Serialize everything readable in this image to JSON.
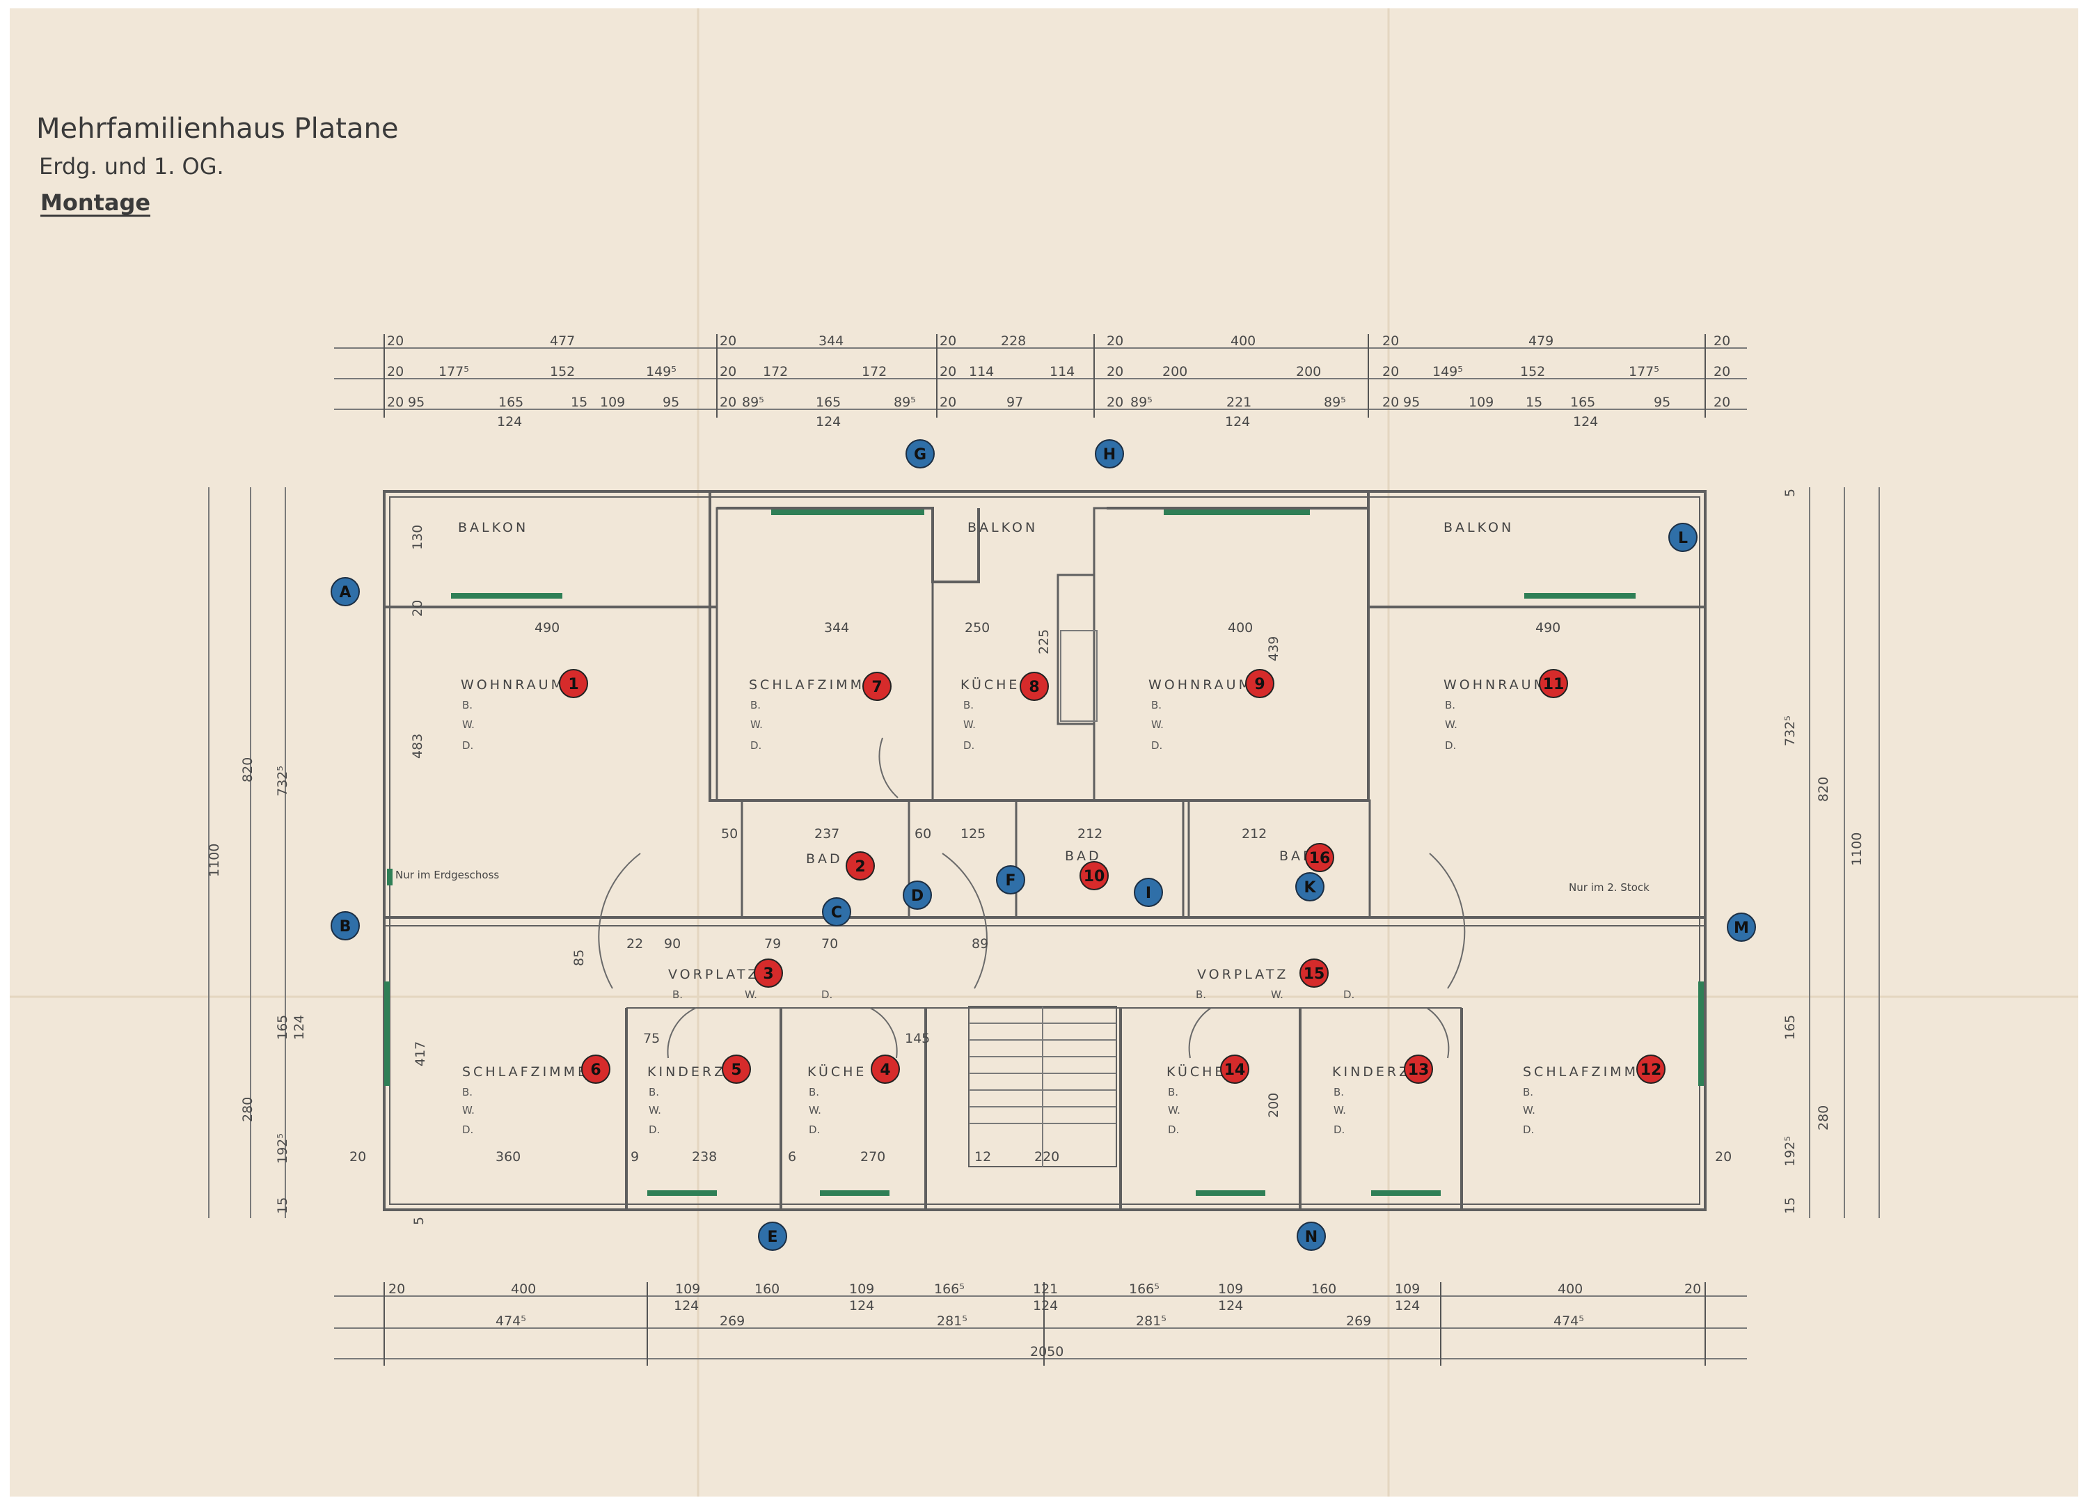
{
  "header": {
    "title": "Mehrfamilienhaus Platane",
    "subtitle": "Erdg. und 1. OG.",
    "label": "Montage"
  },
  "dims_top": {
    "row1": [
      "20",
      "477",
      "20",
      "344",
      "20",
      "228",
      "20",
      "400",
      "20",
      "479",
      "20"
    ],
    "row2": [
      "20",
      "177⁵",
      "152",
      "149⁵",
      "20",
      "172",
      "172",
      "20",
      "114",
      "114",
      "20",
      "200",
      "200",
      "20",
      "149⁵",
      "152",
      "177⁵",
      "20"
    ],
    "row3": [
      "20",
      "95",
      "165",
      "15",
      "109",
      "95",
      "20",
      "89⁵",
      "165",
      "89⁵",
      "20",
      "97",
      "20",
      "89⁵",
      "221",
      "89⁵",
      "20",
      "95",
      "109",
      "15",
      "165",
      "95",
      "20"
    ],
    "row3b": [
      "124",
      "124",
      "124",
      "124"
    ]
  },
  "dims_bottom": {
    "row1": [
      "20",
      "400",
      "109",
      "160",
      "109",
      "166⁵",
      "121",
      "166⁵",
      "109",
      "160",
      "109",
      "400",
      "20"
    ],
    "row1b": [
      "124",
      "124",
      "124",
      "124",
      "124"
    ],
    "row2": [
      "474⁵",
      "269",
      "281⁵",
      "281⁵",
      "269",
      "474⁵"
    ],
    "total": "2050"
  },
  "dims_left": [
    "1100",
    "820",
    "732⁵",
    "280",
    "165",
    "124",
    "192⁵",
    "15",
    "5",
    "20",
    "417"
  ],
  "dims_right": [
    "1100",
    "820",
    "732⁵",
    "280",
    "165",
    "192⁵",
    "15",
    "5",
    "20"
  ],
  "dims_inner": {
    "balkon_left_w": "490",
    "balkon_right_w": "490",
    "schlaf_top_w": "344",
    "wohn_mid_w": "400",
    "kueche_top_w": "250",
    "h130": "130",
    "h20": "20",
    "h483": "483",
    "h225": "225",
    "h439": "439",
    "bath_a": "237",
    "bath_b": "212",
    "bath_c": "212",
    "d60": "60",
    "d125": "125",
    "d50": "50",
    "d90": "90",
    "d22": "22",
    "d79": "79",
    "d70": "70",
    "d89": "89",
    "d75": "75",
    "d145": "145",
    "d360": "360",
    "d238": "238",
    "d270": "270",
    "d220": "220",
    "d12": "12",
    "d9": "9",
    "d6": "6",
    "d85": "85",
    "d200": "200"
  },
  "rooms": [
    {
      "name": "BALKON"
    },
    {
      "name": "BALKON"
    },
    {
      "name": "BALKON"
    },
    {
      "name": "WOHNRAUM",
      "num": "1"
    },
    {
      "name": "BAD",
      "num": "2"
    },
    {
      "name": "VORPLATZ",
      "num": "3"
    },
    {
      "name": "KÜCHE",
      "num": "4"
    },
    {
      "name": "KINDERZ.",
      "num": "5"
    },
    {
      "name": "SCHLAFZIMMER",
      "num": "6"
    },
    {
      "name": "SCHLAFZIMMER",
      "num": "7"
    },
    {
      "name": "KÜCHE",
      "num": "8"
    },
    {
      "name": "WOHNRAUM",
      "num": "9"
    },
    {
      "name": "BAD",
      "num": "10"
    },
    {
      "name": "WOHNRAUM",
      "num": "11"
    },
    {
      "name": "SCHLAFZIMMER",
      "num": "12"
    },
    {
      "name": "KINDERZ.",
      "num": "13"
    },
    {
      "name": "KÜCHE",
      "num": "14"
    },
    {
      "name": "VORPLATZ",
      "num": "15"
    },
    {
      "name": "BAD",
      "num": "16"
    }
  ],
  "bwd": {
    "b": "B.",
    "w": "W.",
    "d": "D."
  },
  "notes": {
    "left": "Nur im Erdgeschoss",
    "right": "Nur im 2. Stock"
  },
  "markers": [
    "A",
    "B",
    "C",
    "D",
    "E",
    "F",
    "G",
    "H",
    "I",
    "K",
    "L",
    "M",
    "N"
  ],
  "colors": {
    "paper": "#f1e7d8",
    "pencil": "#5f5f5f",
    "red_marker": "#d62b2b",
    "blue_marker": "#2f6fa8",
    "window_green": "#2f7f56"
  }
}
